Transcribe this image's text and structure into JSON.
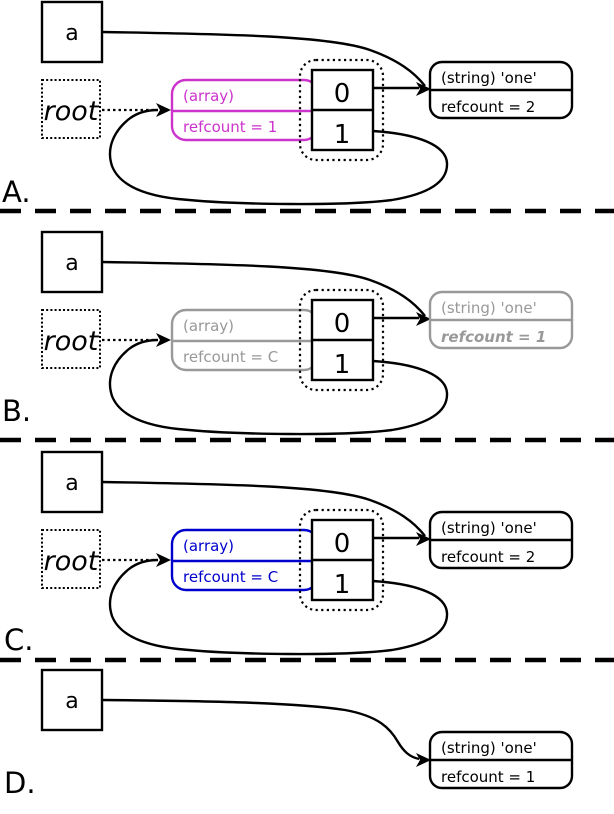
{
  "colors": {
    "highlight_a": "#cc33cc",
    "highlight_c": "#0000cc",
    "faded": "#999999",
    "default": "#000000"
  },
  "panels": [
    {
      "label": "A.",
      "a_var": "a",
      "root_var": "root",
      "array": {
        "type": "(array)",
        "refcount": "refcount = 1",
        "color": "#cc33cc"
      },
      "indices": [
        "0",
        "1"
      ],
      "string": {
        "type": "(string) 'one'",
        "refcount": "refcount = 2",
        "color": "#000000"
      }
    },
    {
      "label": "B.",
      "a_var": "a",
      "root_var": "root",
      "array": {
        "type": "(array)",
        "refcount": "refcount = C",
        "color": "#999999"
      },
      "indices": [
        "0",
        "1"
      ],
      "string": {
        "type": "(string) 'one'",
        "refcount": "refcount = 1",
        "color": "#999999"
      }
    },
    {
      "label": "C.",
      "a_var": "a",
      "root_var": "root",
      "array": {
        "type": "(array)",
        "refcount": "refcount = C",
        "color": "#0000cc"
      },
      "indices": [
        "0",
        "1"
      ],
      "string": {
        "type": "(string) 'one'",
        "refcount": "refcount = 2",
        "color": "#000000"
      }
    },
    {
      "label": "D.",
      "a_var": "a",
      "string": {
        "type": "(string) 'one'",
        "refcount": "refcount = 1",
        "color": "#000000"
      }
    }
  ]
}
